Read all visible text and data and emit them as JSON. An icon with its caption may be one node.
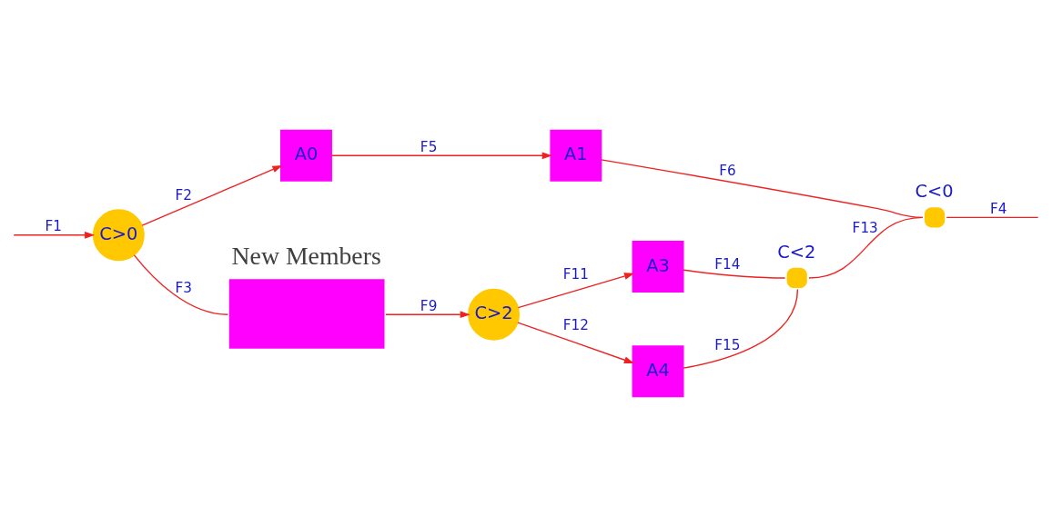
{
  "diagram": {
    "nodes": [
      {
        "text": [
          "C>0"
        ]
      },
      {
        "text": [
          "A0"
        ]
      },
      {
        "text": [
          "A1"
        ]
      },
      {
        "text": [
          "C<0"
        ]
      },
      {
        "text": [
          "New Members"
        ]
      },
      {
        "text": [
          "C>2"
        ]
      },
      {
        "text": [
          "A3"
        ]
      },
      {
        "text": [
          "A4"
        ]
      },
      {
        "text": [
          "C<2"
        ]
      }
    ],
    "edges": [
      {
        "from": null,
        "to": 0,
        "arrow": "to",
        "label": "F1"
      },
      {
        "from": 0,
        "to": 1,
        "arrow": "to",
        "label": "F2"
      },
      {
        "from": 1,
        "to": 2,
        "arrow": "to",
        "label": "F5"
      },
      {
        "from": 2,
        "to": 3,
        "arrow": "none",
        "label": "F6"
      },
      {
        "from": 3,
        "to": null,
        "arrow": "none",
        "label": "F4"
      },
      {
        "from": 0,
        "to": 4,
        "arrow": "none",
        "label": "F3"
      },
      {
        "from": 4,
        "to": 5,
        "arrow": "to",
        "label": "F9"
      },
      {
        "from": 5,
        "to": 6,
        "arrow": "to",
        "label": "F11"
      },
      {
        "from": 5,
        "to": 7,
        "arrow": "to",
        "label": "F12"
      },
      {
        "from": 6,
        "to": 8,
        "arrow": "none",
        "label": "F14"
      },
      {
        "from": 7,
        "to": 8,
        "arrow": "none",
        "label": "F15"
      },
      {
        "from": 8,
        "to": 3,
        "arrow": "none",
        "label": "F13"
      }
    ]
  }
}
